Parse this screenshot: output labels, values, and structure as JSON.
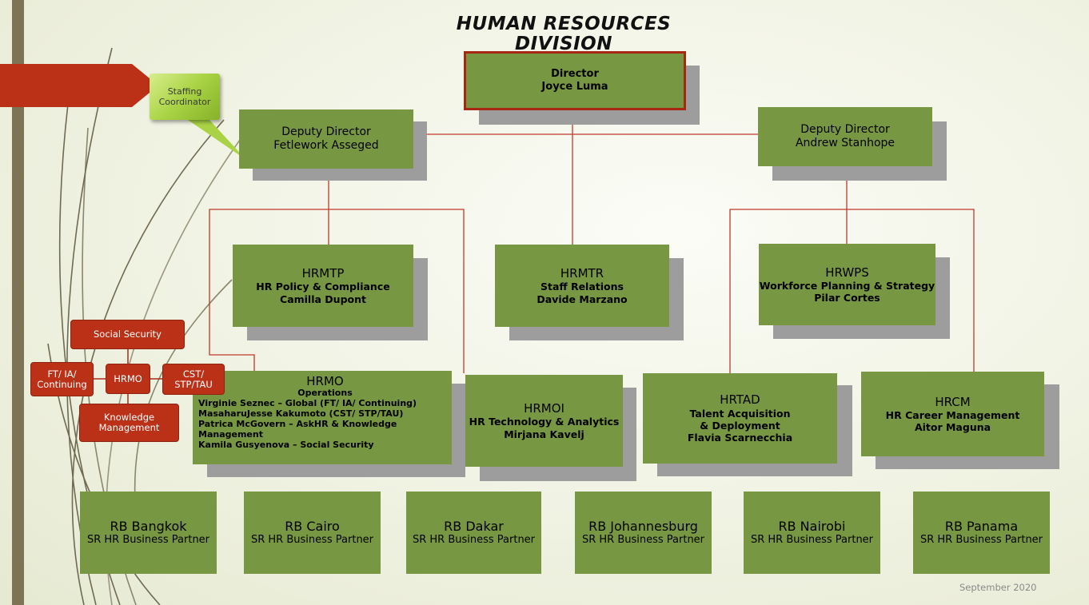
{
  "title": "HUMAN RESOURCES DIVISION",
  "colors": {
    "box_green": "#789742",
    "accent_red": "#bb3117",
    "connector": "#c0392b",
    "staffing_green": "#a9d344"
  },
  "director": {
    "role": "Director",
    "name": "Joyce Luma"
  },
  "deputy_left": {
    "role": "Deputy Director",
    "name": "Fetlework Asseged"
  },
  "deputy_right": {
    "role": "Deputy Director",
    "name": "Andrew Stanhope"
  },
  "staffing_coordinator": "Staffing Coordinator",
  "units": {
    "hrmtp": {
      "code": "HRMTP",
      "title": "HR Policy & Compliance",
      "name": "Camilla Dupont"
    },
    "hrmtr": {
      "code": "HRMTR",
      "title": "Staff Relations",
      "name": "Davide Marzano"
    },
    "hrwps": {
      "code": "HRWPS",
      "title": "Workforce Planning & Strategy",
      "name": "Pilar Cortes"
    },
    "hrmo": {
      "code": "HRMO",
      "title": "Operations",
      "lines": [
        "Virginie Seznec – Global (FT/ IA/ Continuing)",
        "MasaharuJesse Kakumoto (CST/ STP/TAU)",
        "Patrica McGovern – AskHR & Knowledge Management",
        "Kamila Gusyenova – Social Security"
      ]
    },
    "hrmoi": {
      "code": "HRMOI",
      "title": "HR Technology & Analytics",
      "name": "Mirjana Kavelj"
    },
    "hrtad": {
      "code": "HRTAD",
      "title1": "Talent Acquisition",
      "title2": "& Deployment",
      "name": "Flavia Scarnecchia"
    },
    "hrcm": {
      "code": "HRCM",
      "title": "HR Career Management",
      "name": "Aitor Maguna"
    }
  },
  "hrmo_cluster": {
    "center": "HRMO",
    "top": "Social Security",
    "left": "FT/ IA/ Continuing",
    "right": "CST/ STP/TAU",
    "bottom": "Knowledge Management"
  },
  "regional_bureaus": [
    {
      "name": "RB Bangkok",
      "role": "SR HR Business Partner"
    },
    {
      "name": "RB Cairo",
      "role": "SR HR Business Partner"
    },
    {
      "name": "RB Dakar",
      "role": "SR HR Business Partner"
    },
    {
      "name": "RB Johannesburg",
      "role": "SR HR Business Partner"
    },
    {
      "name": "RB Nairobi",
      "role": "SR HR Business Partner"
    },
    {
      "name": "RB Panama",
      "role": "SR HR Business Partner"
    }
  ],
  "footer": "September 2020"
}
